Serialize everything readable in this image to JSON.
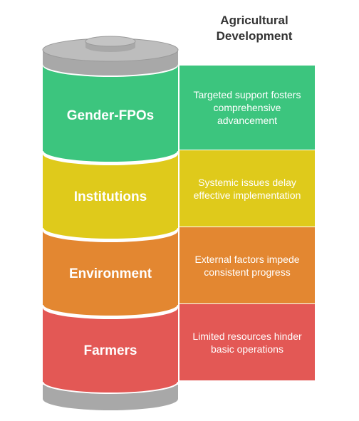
{
  "title": "Agricultural Development",
  "layers": [
    {
      "label": "Gender-FPOs",
      "description": "Targeted support fosters comprehensive advancement",
      "color": "#3cc57e"
    },
    {
      "label": "Institutions",
      "description": "Systemic issues delay effective implementation",
      "color": "#dfca1b"
    },
    {
      "label": "Environment",
      "description": "External factors impede consistent progress",
      "color": "#e38731"
    },
    {
      "label": "Farmers",
      "description": "Limited resources hinder basic operations",
      "color": "#e35855"
    }
  ],
  "cap_color": "#a8a8a8"
}
